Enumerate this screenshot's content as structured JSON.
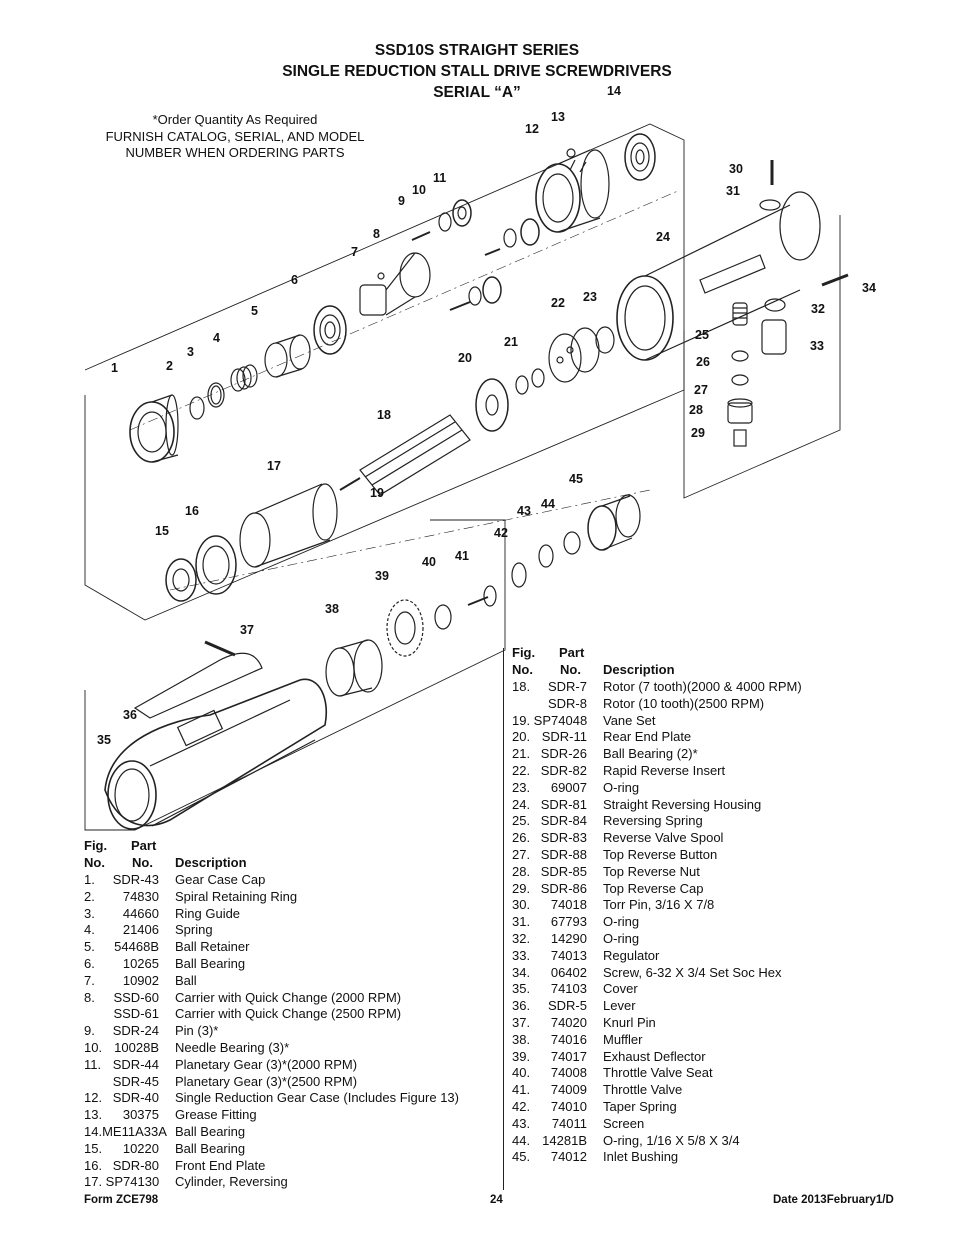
{
  "header": {
    "line1": "SSD10S STRAIGHT SERIES",
    "line2": "SINGLE REDUCTION STALL DRIVE SCREWDRIVERS",
    "line3": "SERIAL “A”"
  },
  "order_note": {
    "line1": "*Order Quantity As Required",
    "line2": "FURNISH CATALOG, SERIAL, AND MODEL",
    "line3": "NUMBER WHEN ORDERING PARTS"
  },
  "callouts": [
    "1",
    "2",
    "3",
    "4",
    "5",
    "6",
    "7",
    "8",
    "9",
    "10",
    "11",
    "12",
    "13",
    "14",
    "15",
    "16",
    "17",
    "18",
    "19",
    "20",
    "21",
    "22",
    "23",
    "24",
    "25",
    "26",
    "27",
    "28",
    "29",
    "30",
    "31",
    "32",
    "33",
    "34",
    "35",
    "36",
    "37",
    "38",
    "39",
    "40",
    "41",
    "42",
    "43",
    "44",
    "45"
  ],
  "table_headers": {
    "fig_a": "Fig.",
    "fig_b": "No.",
    "part_a": "Part",
    "part_b": "No.",
    "desc": "Description"
  },
  "parts_left": [
    {
      "fig": "1.",
      "part": "SDR-43",
      "desc": "Gear Case Cap"
    },
    {
      "fig": "2.",
      "part": "74830",
      "desc": "Spiral Retaining Ring"
    },
    {
      "fig": "3.",
      "part": "44660",
      "desc": "Ring Guide"
    },
    {
      "fig": "4.",
      "part": "21406",
      "desc": "Spring"
    },
    {
      "fig": "5.",
      "part": "54468B",
      "desc": "Ball Retainer"
    },
    {
      "fig": "6.",
      "part": "10265",
      "desc": "Ball Bearing"
    },
    {
      "fig": "7.",
      "part": "10902",
      "desc": "Ball"
    },
    {
      "fig": "8.",
      "part": "SSD-60",
      "desc": "Carrier with Quick Change (2000 RPM)"
    },
    {
      "fig": "",
      "part": "SSD-61",
      "desc": "Carrier with Quick Change (2500 RPM)"
    },
    {
      "fig": "9.",
      "part": "SDR-24",
      "desc": "Pin (3)*"
    },
    {
      "fig": "10.",
      "part": "10028B",
      "desc": "Needle Bearing (3)*"
    },
    {
      "fig": "11.",
      "part": "SDR-44",
      "desc": "Planetary Gear (3)*(2000 RPM)"
    },
    {
      "fig": "",
      "part": "SDR-45",
      "desc": "Planetary Gear (3)*(2500 RPM)"
    },
    {
      "fig": "12.",
      "part": "SDR-40",
      "desc": "Single Reduction Gear Case (Includes Figure 13)"
    },
    {
      "fig": "13.",
      "part": "30375",
      "desc": "Grease Fitting"
    },
    {
      "fig": "14.ME11A33A",
      "part": "",
      "desc": "Ball Bearing"
    },
    {
      "fig": "15.",
      "part": "10220",
      "desc": "Ball Bearing"
    },
    {
      "fig": "16.",
      "part": "SDR-80",
      "desc": "Front End Plate"
    },
    {
      "fig": "17. SP74130",
      "part": "",
      "desc": "Cylinder, Reversing"
    }
  ],
  "parts_right": [
    {
      "fig": "18.",
      "part": "SDR-7",
      "desc": "Rotor (7 tooth)(2000 & 4000 RPM)"
    },
    {
      "fig": "",
      "part": "SDR-8",
      "desc": "Rotor (10 tooth)(2500 RPM)"
    },
    {
      "fig": "19. SP74048",
      "part": "",
      "desc": "Vane Set"
    },
    {
      "fig": "20.",
      "part": "SDR-11",
      "desc": "Rear End Plate"
    },
    {
      "fig": "21.",
      "part": "SDR-26",
      "desc": "Ball Bearing (2)*"
    },
    {
      "fig": "22.",
      "part": "SDR-82",
      "desc": "Rapid Reverse Insert"
    },
    {
      "fig": "23.",
      "part": "69007",
      "desc": "O-ring"
    },
    {
      "fig": "24.",
      "part": "SDR-81",
      "desc": "Straight Reversing Housing"
    },
    {
      "fig": "25.",
      "part": "SDR-84",
      "desc": "Reversing Spring"
    },
    {
      "fig": "26.",
      "part": "SDR-83",
      "desc": "Reverse Valve Spool"
    },
    {
      "fig": "27.",
      "part": "SDR-88",
      "desc": "Top Reverse Button"
    },
    {
      "fig": "28.",
      "part": "SDR-85",
      "desc": "Top Reverse Nut"
    },
    {
      "fig": "29.",
      "part": "SDR-86",
      "desc": "Top Reverse Cap"
    },
    {
      "fig": "30.",
      "part": "74018",
      "desc": "Torr Pin, 3/16 X 7/8"
    },
    {
      "fig": "31.",
      "part": "67793",
      "desc": "O-ring"
    },
    {
      "fig": "32.",
      "part": "14290",
      "desc": "O-ring"
    },
    {
      "fig": "33.",
      "part": "74013",
      "desc": "Regulator"
    },
    {
      "fig": "34.",
      "part": "06402",
      "desc": "Screw, 6-32 X 3/4 Set Soc Hex"
    },
    {
      "fig": "35.",
      "part": "74103",
      "desc": "Cover"
    },
    {
      "fig": "36.",
      "part": "SDR-5",
      "desc": "Lever"
    },
    {
      "fig": "37.",
      "part": "74020",
      "desc": "Knurl Pin"
    },
    {
      "fig": "38.",
      "part": "74016",
      "desc": "Muffler"
    },
    {
      "fig": "39.",
      "part": "74017",
      "desc": "Exhaust Deflector"
    },
    {
      "fig": "40.",
      "part": "74008",
      "desc": "Throttle Valve Seat"
    },
    {
      "fig": "41.",
      "part": "74009",
      "desc": "Throttle Valve"
    },
    {
      "fig": "42.",
      "part": "74010",
      "desc": "Taper Spring"
    },
    {
      "fig": "43.",
      "part": "74011",
      "desc": "Screen"
    },
    {
      "fig": "44.",
      "part": "14281B",
      "desc": "O-ring, 1/16 X 5/8 X 3/4"
    },
    {
      "fig": "45.",
      "part": "74012",
      "desc": "Inlet Bushing"
    }
  ],
  "footer": {
    "form": "Form ZCE798",
    "page": "24",
    "date": "Date 2013February1/D"
  }
}
